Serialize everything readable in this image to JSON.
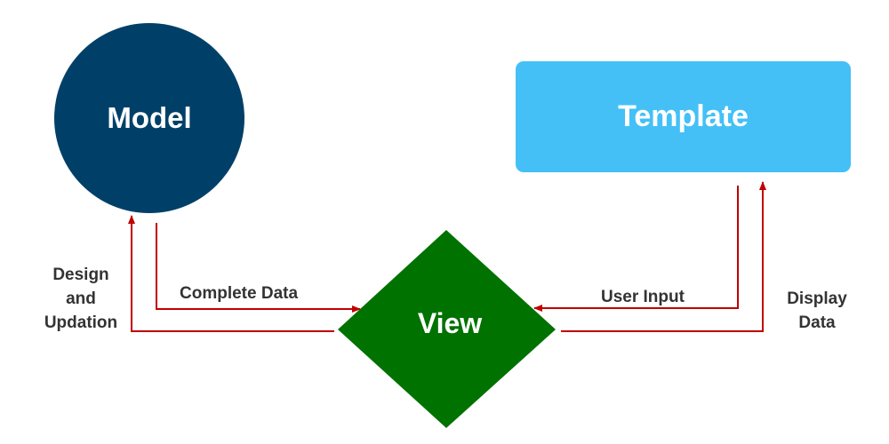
{
  "diagram": {
    "nodes": {
      "model": {
        "label": "Model",
        "color": "#004068",
        "shape": "circle"
      },
      "template": {
        "label": "Template",
        "color": "#44c0f6",
        "shape": "rounded-rectangle"
      },
      "view": {
        "label": "View",
        "color": "#007200",
        "shape": "diamond"
      }
    },
    "edges": {
      "complete_data": {
        "from": "model",
        "to": "view",
        "label": "Complete Data"
      },
      "design_updation": {
        "from": "view",
        "to": "model",
        "label_lines": [
          "Design",
          "and",
          "Updation"
        ]
      },
      "user_input": {
        "from": "template",
        "to": "view",
        "label": "User Input"
      },
      "display_data": {
        "from": "view",
        "to": "template",
        "label_lines": [
          "Display",
          "Data"
        ]
      }
    },
    "arrow_color": "#c00000"
  }
}
